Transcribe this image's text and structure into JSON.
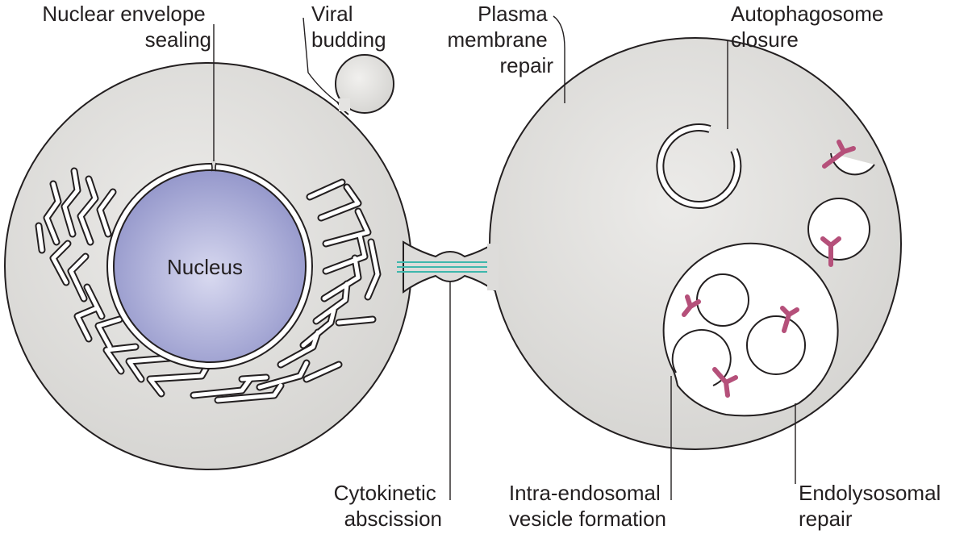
{
  "labels": {
    "nuclear_envelope": [
      "Nuclear envelope",
      "sealing"
    ],
    "viral_budding": [
      "Viral",
      "budding"
    ],
    "plasma_membrane": [
      "Plasma",
      "membrane",
      "repair"
    ],
    "autophagosome": [
      "Autophagosome",
      "closure"
    ],
    "nucleus": "Nucleus",
    "cytokinetic": [
      "Cytokinetic",
      "abscission"
    ],
    "intra_endosomal": [
      "Intra-endosomal",
      "vesicle formation"
    ],
    "endolysosomal": [
      "Endolysosomal",
      "repair"
    ]
  },
  "colors": {
    "cell_fill": "#dddcda",
    "cell_stroke": "#231f20",
    "nucleus_fill": "#8f92c8",
    "nucleus_highlight": "#d8d9f0",
    "spindle": "#3fb7ac",
    "cargo": "#b5507a",
    "lumen": "#ffffff"
  }
}
